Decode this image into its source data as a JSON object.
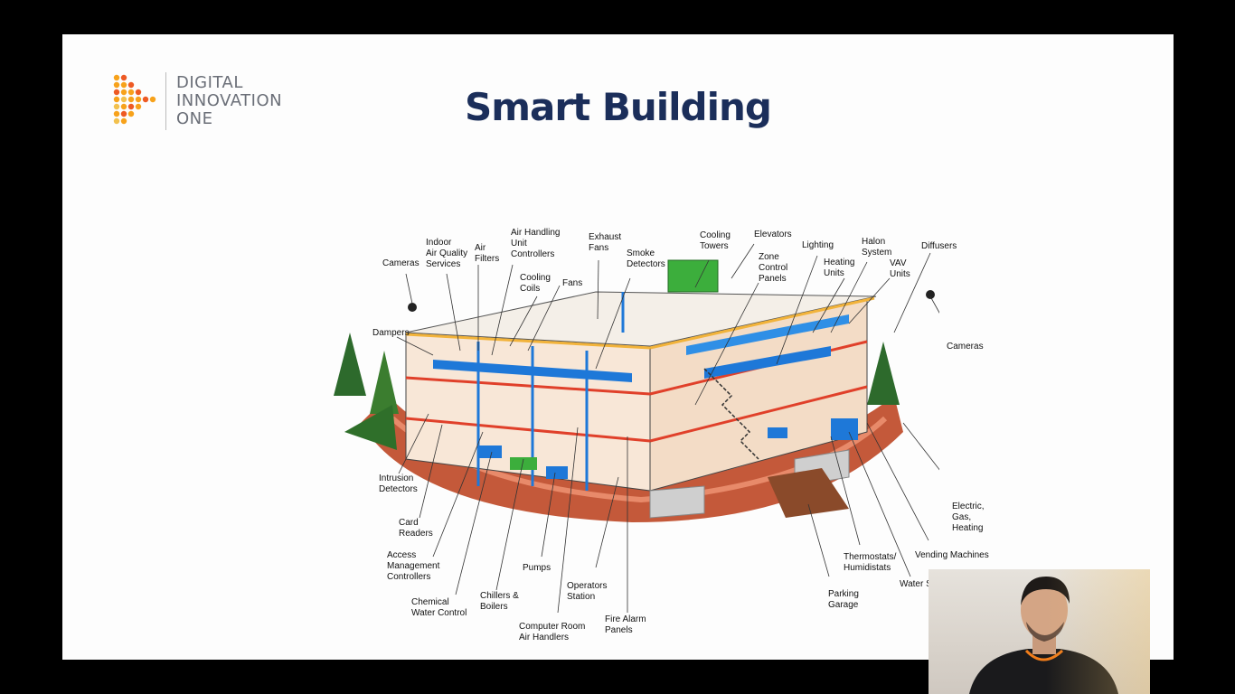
{
  "slide": {
    "title": "Smart Building",
    "logo": {
      "line1": "DIGITAL",
      "line2": "INNOVATION",
      "line3": "ONE",
      "colors": [
        "#f7a21b",
        "#ee5a24",
        "#f2c14e"
      ]
    },
    "diagram_labels": {
      "cameras_left": "Cameras",
      "indoor_air_quality": "Indoor\nAir Quality\nServices",
      "air_filters": "Air\nFilters",
      "ahu_controllers": "Air Handling\nUnit\nControllers",
      "exhaust_fans": "Exhaust\nFans",
      "smoke_detectors": "Smoke\nDetectors",
      "cooling_towers": "Cooling\nTowers",
      "elevators": "Elevators",
      "zone_control_panels": "Zone\nControl\nPanels",
      "lighting": "Lighting",
      "heating_units": "Heating\nUnits",
      "halon_system": "Halon\nSystem",
      "vav_units": "VAV\nUnits",
      "diffusers": "Diffusers",
      "cooling_coils": "Cooling\nCoils",
      "fans": "Fans",
      "dampers": "Dampers",
      "cameras_right": "Cameras",
      "intrusion_detectors": "Intrusion\nDetectors",
      "card_readers": "Card\nReaders",
      "access_management": "Access\nManagement\nControllers",
      "chemical_water_control": "Chemical\nWater Control",
      "chillers_boilers": "Chillers &\nBoilers",
      "pumps": "Pumps",
      "operators_station": "Operators\nStation",
      "computer_room": "Computer Room\nAir Handlers",
      "fire_alarm_panels": "Fire Alarm\nPanels",
      "parking_garage": "Parking\nGarage",
      "thermostats": "Thermostats/\nHumidistats",
      "water_systems": "Water Systems",
      "vending_machines": "Vending Machines",
      "electric_gas_heating": "Electric,\nGas,\nHeating"
    },
    "colors": {
      "title": "#1b2e5a",
      "duct_blue": "#1e78d8",
      "pipe_red": "#e0402a",
      "wall": "#f8e7d7",
      "ground": "#c4593a"
    }
  },
  "webcam": {
    "shirt_accent": "#f07c1a"
  }
}
